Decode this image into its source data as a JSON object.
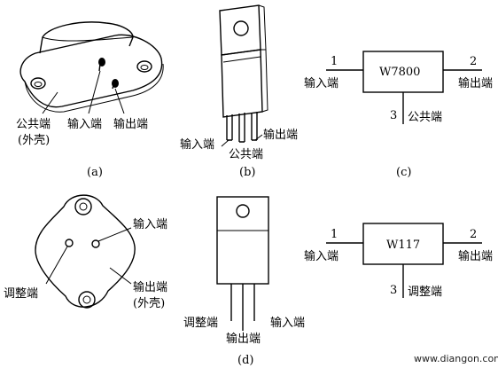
{
  "labels": {
    "common": "公共端",
    "outer_shell": "(外壳)",
    "input": "输入端",
    "output": "输出端",
    "adjust": "调整端",
    "outer_shell_d": "(外壳)"
  },
  "captions": {
    "a": "(a)",
    "b": "(b)",
    "c": "(c)",
    "d": "(d)"
  },
  "chip_c": {
    "name": "W7800",
    "pin_in": "1",
    "pin_out": "2",
    "pin_gnd": "3"
  },
  "chip_d": {
    "name": "W117",
    "pin_in": "1",
    "pin_out": "2",
    "pin_adj": "3"
  },
  "watermark": "www.diangon.com"
}
